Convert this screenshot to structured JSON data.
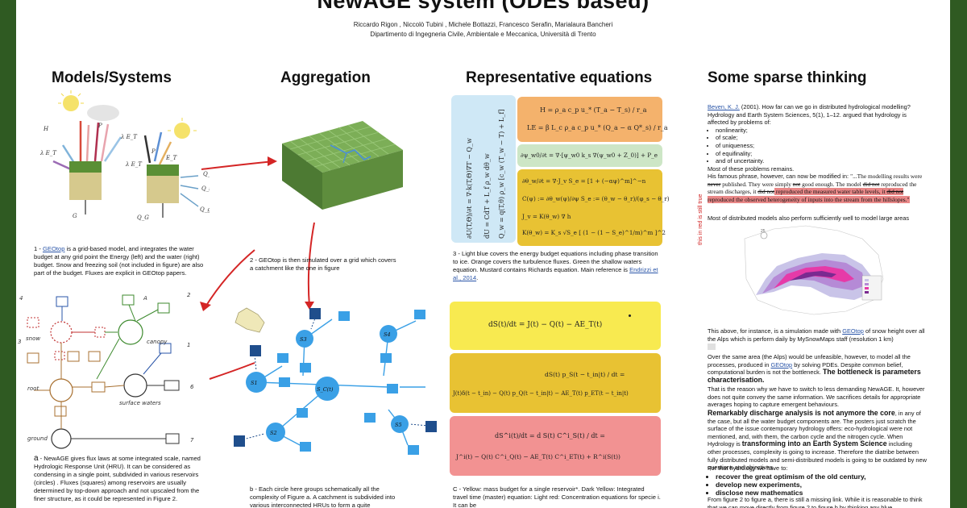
{
  "header": {
    "title": "NewAGE system (ODEs based)",
    "authors": "Riccardo Rigon , Niccolò Tubini , Michele Bottazzi, Francesco Serafin, Marialaura Bancheri",
    "dept": "Dipartimento di Ingegneria Civile, Ambientale e Meccanica, Università di Trento"
  },
  "columns": {
    "c1": "Models/Systems",
    "c2": "Aggregation",
    "c3": "Representative equations",
    "c4": "Some sparse thinking"
  },
  "col1": {
    "cap1_num": "1 - ",
    "cap1_link": "GEOtop",
    "cap1_text": " is a grid-based model, and integrates the water budget at any grid point the Energy (left) and the water (right) budget. Snow and freezing soil (not included in figure) are also part of the budget. Fluxes are  explicit in GEOtop papers.",
    "capa_lbl": "a",
    "capa_text": " - NewAGE  gives flux laws at some integrated scale, named Hydrologic Response Unit (HRU). It can be considered as condensing in a single point, subdivided in various reservoirs (circles) . Fluxes (squares) among  reservoirs are usually determined by top-down approach and not upscaled from the finer structure, as it could be represented in Figure 2.",
    "fig_labels": {
      "snow": "snow",
      "canopy": "canopy",
      "root": "root",
      "surface_waters": "surface waters",
      "ground": "ground",
      "n4": "4",
      "n2": "2",
      "n1": "1",
      "n6": "6",
      "n7": "7",
      "n3": "3",
      "A": "A"
    }
  },
  "col2": {
    "cap2": "2 - GEOtop is then simulated over a grid which covers a catchment like the one in figure",
    "capb": "b - Each circle here groups schematically  all the complexity of Figure a. A catchment is subdivided into various interconnected HRUs to form a quite"
  },
  "col3": {
    "cap3_text": "3 - Light blue covers the  energy budget equations including phase transition to ice. Orange  covers the turbulence fluxes. Green the shallow waters equation.  Mustard  contains Richards equation. Main reference is ",
    "cap3_link": "Endrizzi et al., 2014",
    "cap3_end": ".",
    "capc": "C - Yellow: mass budget for a single reservoir*. Dark Yellow: Integrated travel time (master) equation: Light red: Concentration equations for specie i. It can be",
    "eq_energy": "∂U(T,Θ)/∂t = ∇·k(T,Θ)∇T − Q_w",
    "eq_dU": "dU = CdT + L_f ρ_w dθ_w",
    "eq_Qw": "Q_w = q(T,θ) ρ_w [c_w (T_w − T) + L_f]",
    "eq_H": "H = ρ_a c_p u_* (T_a − T_s) / r_a",
    "eq_LE": "LE = β L_c ρ_a c_p u_* (Q_a − α Q*_s) / r_a",
    "eq_sw": "∂ψ_w0/∂t = ∇·[ψ_w0 k_s ∇(ψ_w0 + Z_0)] + P_e",
    "eq_r1": "∂θ_w/∂t = ∇·J_v     S_e = [1 + (−αψ)^m]^−n",
    "eq_r2": "C(ψ) := ∂θ_w(ψ)/∂ψ     S_e := (θ_w − θ_r)/(φ_s − θ_r)",
    "eq_r3": "J_v = K(θ_w) ∇ h",
    "eq_r4": "K(θ_w) = K_s √S_e [ (1 − (1 − S_e)^1/m)^m ]^2",
    "eq_mass": "dS(t)/dt = J(t) − Q(t) − AE_T(t)",
    "eq_tt1": "dS(t) p_S(t − t_in|t) / dt =",
    "eq_tt2": "J(t)δ(t − t_in) − Q(t) p_Q(t − t_in|t) − AE_T(t) p_ET(t − t_in|t)",
    "eq_c1": "dS^i(t)/dt = d S(t) C^i_S(t) / dt =",
    "eq_c2": "J^i(t) − Q(t) C^i_Q(t) − AE_T(t) C^i_ET(t) + R^i(S(t))"
  },
  "col4": {
    "p1_link": "Beven, K. J.",
    "p1_text": " (2001). How far can we go in distributed hydrological modelling? Hydrology and Earth System Sciences, 5(1), 1–12. argued that hydrology is affected by problems of:",
    "bullets": [
      "nonlinearity;",
      "of scale;",
      "of uniqueness;",
      "of equifinality;",
      "and of uncertainty."
    ],
    "p1_end": "Most of these problems remains.",
    "p2_a": "His famous phrase, however, can now be modified in: ",
    "quote_a": "\"...The modelling results were ",
    "quote_never": "never",
    "quote_b": " published. They were simply ",
    "quote_not": "not",
    "quote_c": " good enough. The model ",
    "quote_didnot1": "did not",
    "quote_d": " reproduced the stream discharges, it ",
    "quote_didnot2": "did not",
    "quote_e": " reproduced the measured water table levels, it ",
    "quote_didnot3": "did not",
    "quote_f": " reproduced the observed heterogeneity of inputs into the stream from the hillslopes.\"",
    "red_note": "this in red is still true",
    "p3": "Most of distributed models also perform sufficiently well to model large areas",
    "map_fig_label": "25",
    "p4_a": "This above, for instance, is a simulation made with ",
    "p4_link": "GEOtop",
    "p4_b": " of snow height over all the Alps which is perform daily by MySnowMaps staff (resolution 1 km)",
    "p5_a": "Over the same area (the Alps) would be unfeasible, however, to model all the processes, produced in ",
    "p5_link": "GEOtop",
    "p5_b": " by solving PDEs. Despite common belief, computational burden is not the bottleneck.  ",
    "p5_bold": "The bottleneck is parameters characterisation.",
    "p6": "That is the reason why we have to switch to less demanding NewAGE. It, however does not quite convey the same information. We sacrifices details for appropriate averages hoping to capture emergent behaviours.",
    "p7_bold": "Remarkably discharge analysis is not anymore the core",
    "p7_b": ", in any of the case, but all the water budget components are. The posters just scratch the surface of the issue contemporary hydrology offers: eco-hydrological were not mentioned, and, with them, the carbon cycle and the nitrogen cycle.  When Hydrology is ",
    "p7_bold2": "transforming into an Earth System Science",
    "p7_c": " including other processes, complexity is going to increase. Therefore the diatribe between fully distributed models and semi-distributed models is going to be outdated by new questions and objectives.",
    "p8": "For that hydrology we have to:",
    "bullets2": [
      "recover the great optimism of the old century,",
      "develop new experiments,",
      "disclose new mathematics"
    ],
    "p9": "From figure 2 to figure a, there is still a missing link. While it is reasonable to think that we can move directly from figure 2 to figure b by thinking any blue"
  },
  "colors": {
    "background": "#2f5a22",
    "light_blue": "#cfe8f6",
    "orange": "#f4b26c",
    "green": "#cde6c6",
    "mustard": "#e8c233",
    "yellow": "#f8ea50",
    "light_red": "#f29292",
    "red": "#d42525",
    "blue_node": "#3aa0e6",
    "dark_node": "#1f4e8c"
  }
}
